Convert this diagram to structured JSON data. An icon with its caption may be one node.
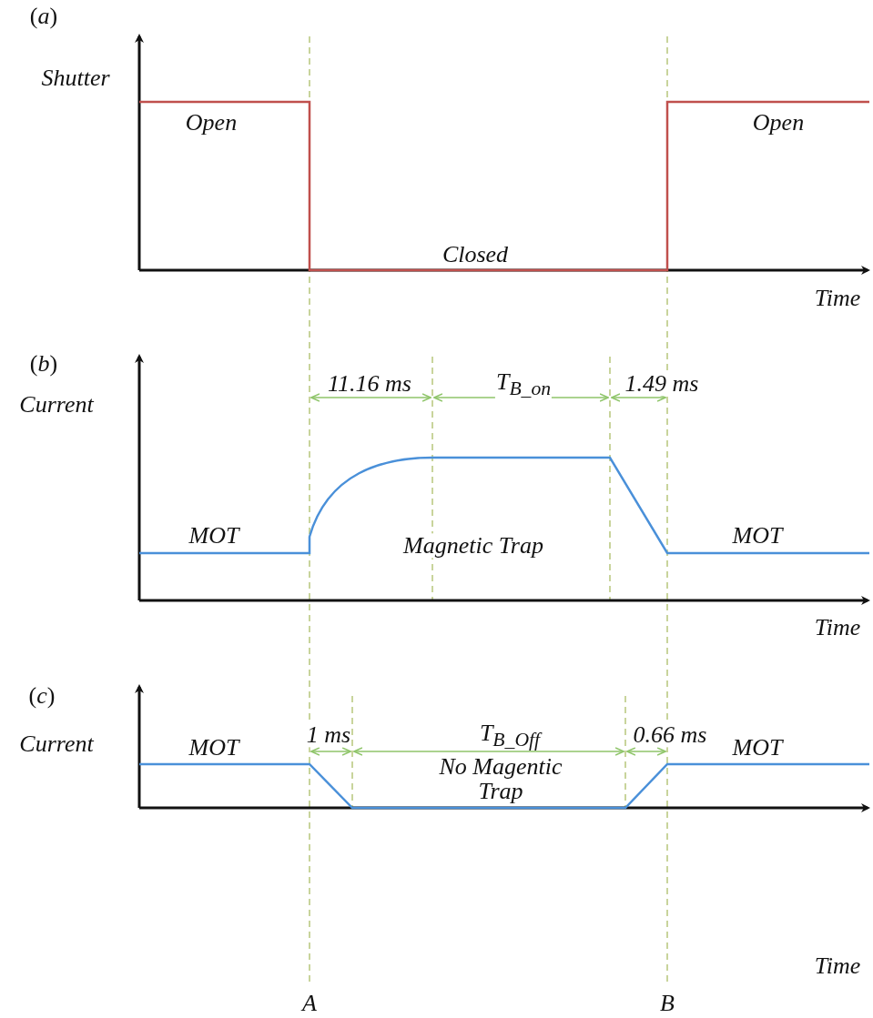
{
  "diagram": {
    "labels": [
      "(*a*)",
      "Shutter",
      "Open",
      "Open",
      "Closed",
      "Time",
      "(*b*)",
      "11.16 ms",
      "T$_{B_on}$",
      "1.49 ms",
      "Current",
      "MOT",
      "Magnetic Trap",
      "MOT",
      "Time",
      "(*c*)",
      "Current",
      "1 ms",
      "T$_{B_Off}$",
      "0.66 ms",
      "MOT",
      "No Magentic Trap",
      "MOT",
      "Time",
      "A",
      "B"
    ]
  }
}
